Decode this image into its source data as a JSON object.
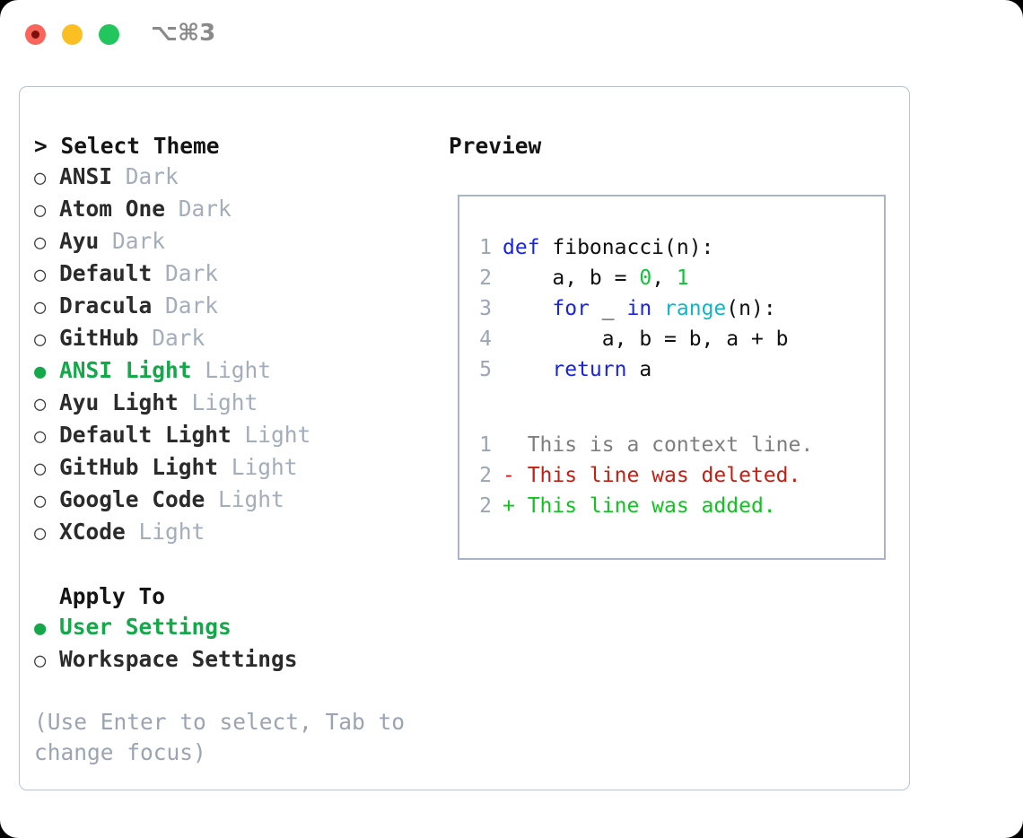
{
  "window": {
    "shortcut": "⌥⌘3",
    "traffic_lights": [
      {
        "name": "close",
        "color": "#f9655b"
      },
      {
        "name": "minimize",
        "color": "#fbbf24"
      },
      {
        "name": "maximize",
        "color": "#22c55e"
      }
    ]
  },
  "left": {
    "heading": "> Select Theme",
    "themes": [
      {
        "label": "ANSI",
        "suffix": "Dark",
        "selected": false,
        "bullet": "○"
      },
      {
        "label": "Atom One",
        "suffix": "Dark",
        "selected": false,
        "bullet": "○"
      },
      {
        "label": "Ayu",
        "suffix": "Dark",
        "selected": false,
        "bullet": "○"
      },
      {
        "label": "Default",
        "suffix": "Dark",
        "selected": false,
        "bullet": "○"
      },
      {
        "label": "Dracula",
        "suffix": "Dark",
        "selected": false,
        "bullet": "○"
      },
      {
        "label": "GitHub",
        "suffix": "Dark",
        "selected": false,
        "bullet": "○"
      },
      {
        "label": "ANSI Light",
        "suffix": "Light",
        "selected": true,
        "bullet": "●"
      },
      {
        "label": "Ayu Light",
        "suffix": "Light",
        "selected": false,
        "bullet": "○"
      },
      {
        "label": "Default Light",
        "suffix": "Light",
        "selected": false,
        "bullet": "○"
      },
      {
        "label": "GitHub Light",
        "suffix": "Light",
        "selected": false,
        "bullet": "○"
      },
      {
        "label": "Google Code",
        "suffix": "Light",
        "selected": false,
        "bullet": "○"
      },
      {
        "label": "XCode",
        "suffix": "Light",
        "selected": false,
        "bullet": "○"
      }
    ],
    "apply_to_heading": "Apply To",
    "apply_options": [
      {
        "label": "User Settings",
        "selected": true,
        "bullet": "●"
      },
      {
        "label": "Workspace Settings",
        "selected": false,
        "bullet": "○"
      }
    ],
    "help_text": "(Use Enter to select, Tab to change focus)"
  },
  "right": {
    "heading": "Preview",
    "code_lines": [
      {
        "num": "1",
        "tokens": [
          {
            "t": "def ",
            "c": "kw"
          },
          {
            "t": "fibonacci(n):",
            "c": "plain"
          }
        ]
      },
      {
        "num": "2",
        "tokens": [
          {
            "t": "    a, b = ",
            "c": "plain"
          },
          {
            "t": "0",
            "c": "num"
          },
          {
            "t": ", ",
            "c": "plain"
          },
          {
            "t": "1",
            "c": "num"
          }
        ]
      },
      {
        "num": "3",
        "tokens": [
          {
            "t": "    ",
            "c": "plain"
          },
          {
            "t": "for",
            "c": "kw"
          },
          {
            "t": " _ ",
            "c": "plain"
          },
          {
            "t": "in",
            "c": "kw"
          },
          {
            "t": " ",
            "c": "plain"
          },
          {
            "t": "range",
            "c": "fn"
          },
          {
            "t": "(n):",
            "c": "plain"
          }
        ]
      },
      {
        "num": "4",
        "tokens": [
          {
            "t": "        a, b = b, a + b",
            "c": "plain"
          }
        ]
      },
      {
        "num": "5",
        "tokens": [
          {
            "t": "    ",
            "c": "plain"
          },
          {
            "t": "return",
            "c": "kw"
          },
          {
            "t": " a",
            "c": "plain"
          }
        ]
      }
    ],
    "diff_lines": [
      {
        "num": "1",
        "kind": "ctx",
        "text": "  This is a context line."
      },
      {
        "num": "2",
        "kind": "del",
        "text": "- This line was deleted."
      },
      {
        "num": "2",
        "kind": "add",
        "text": "+ This line was added."
      }
    ]
  },
  "colors": {
    "accent_green": "#14a84a",
    "muted": "#a3adbb",
    "keyword_blue": "#1823e8",
    "function_cyan": "#0fb6c8",
    "number_green": "#14c23c",
    "diff_delete_red": "#c41f12",
    "diff_add_green": "#10c420",
    "panel_border": "#b9c2d0",
    "preview_border": "#aab4c8"
  }
}
